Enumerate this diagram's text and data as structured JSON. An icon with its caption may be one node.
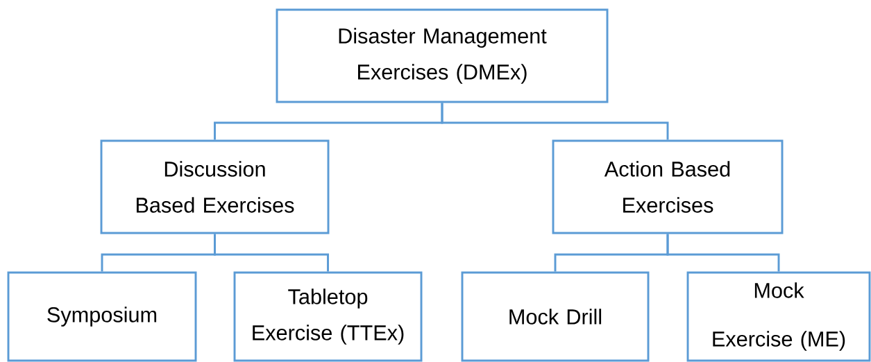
{
  "diagram": {
    "nodes": [
      {
        "text": [
          "Disaster Management Exercises (DMEx)"
        ]
      },
      {
        "text": [
          "Discussion Based Exercises"
        ]
      },
      {
        "text": [
          "Action Based Exercises"
        ]
      },
      {
        "text": [
          "Symposium"
        ]
      },
      {
        "text": [
          "Tabletop Exercise (TTEx)"
        ]
      },
      {
        "text": [
          "Mock Drill"
        ]
      },
      {
        "text": [
          "Mock Exercise (ME)"
        ]
      }
    ],
    "edges": [
      {
        "from": 0,
        "to": 1,
        "arrow": "none"
      },
      {
        "from": 0,
        "to": 2,
        "arrow": "none"
      },
      {
        "from": 1,
        "to": 3,
        "arrow": "none"
      },
      {
        "from": 1,
        "to": 4,
        "arrow": "none"
      },
      {
        "from": 2,
        "to": 5,
        "arrow": "none"
      },
      {
        "from": 2,
        "to": 6,
        "arrow": "none"
      }
    ]
  }
}
